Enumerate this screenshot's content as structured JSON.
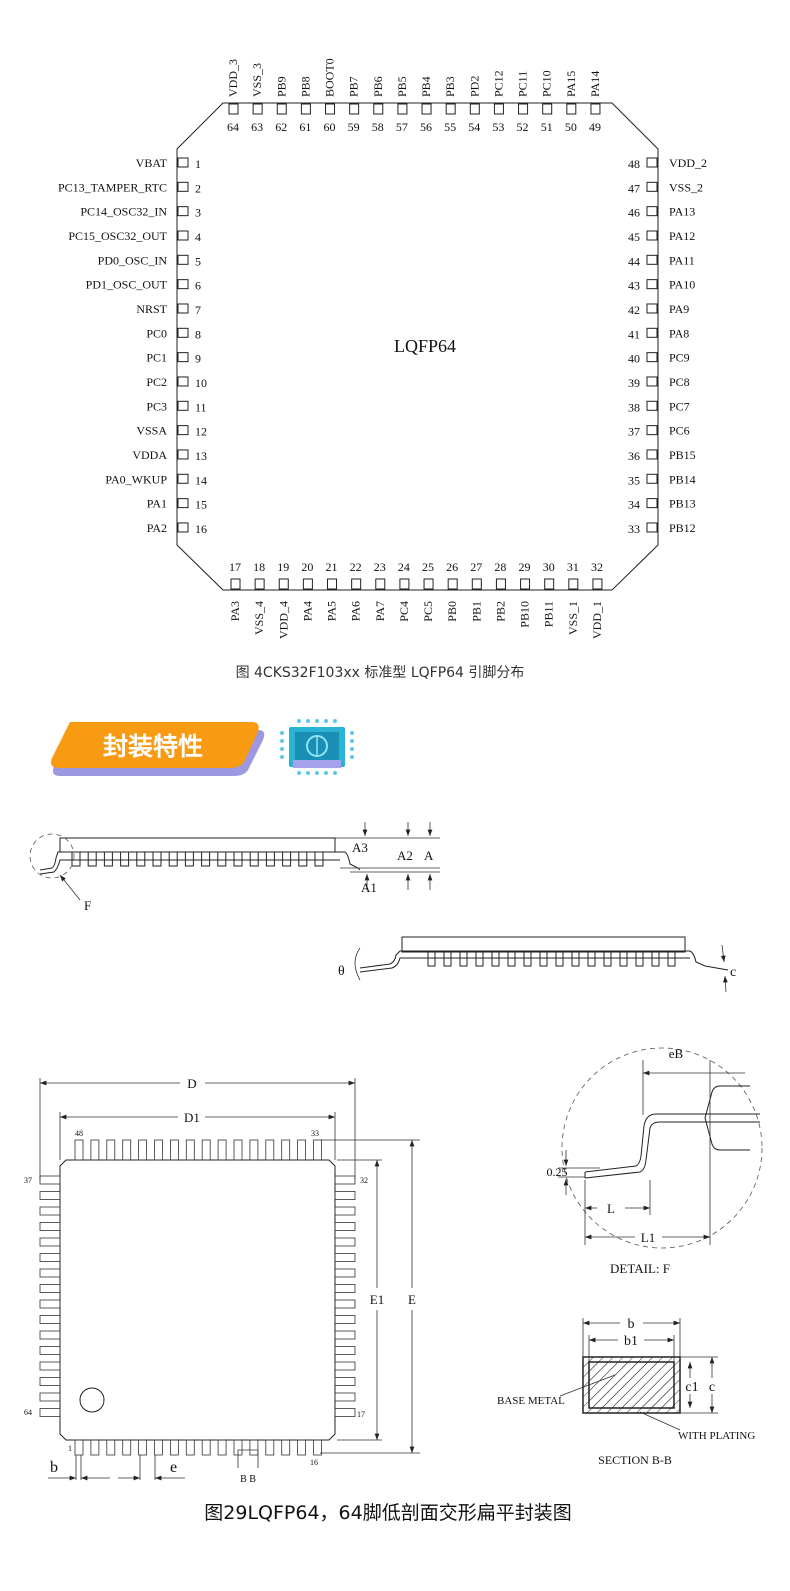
{
  "pinout": {
    "package_label": "LQFP64",
    "left_pins": [
      {
        "num": "1",
        "name": "VBAT"
      },
      {
        "num": "2",
        "name": "PC13_TAMPER_RTC"
      },
      {
        "num": "3",
        "name": "PC14_OSC32_IN"
      },
      {
        "num": "4",
        "name": "PC15_OSC32_OUT"
      },
      {
        "num": "5",
        "name": "PD0_OSC_IN"
      },
      {
        "num": "6",
        "name": "PD1_OSC_OUT"
      },
      {
        "num": "7",
        "name": "NRST"
      },
      {
        "num": "8",
        "name": "PC0"
      },
      {
        "num": "9",
        "name": "PC1"
      },
      {
        "num": "10",
        "name": "PC2"
      },
      {
        "num": "11",
        "name": "PC3"
      },
      {
        "num": "12",
        "name": "VSSA"
      },
      {
        "num": "13",
        "name": "VDDA"
      },
      {
        "num": "14",
        "name": "PA0_WKUP"
      },
      {
        "num": "15",
        "name": "PA1"
      },
      {
        "num": "16",
        "name": "PA2"
      }
    ],
    "right_pins": [
      {
        "num": "48",
        "name": "VDD_2"
      },
      {
        "num": "47",
        "name": "VSS_2"
      },
      {
        "num": "46",
        "name": "PA13"
      },
      {
        "num": "45",
        "name": "PA12"
      },
      {
        "num": "44",
        "name": "PA11"
      },
      {
        "num": "43",
        "name": "PA10"
      },
      {
        "num": "42",
        "name": "PA9"
      },
      {
        "num": "41",
        "name": "PA8"
      },
      {
        "num": "40",
        "name": "PC9"
      },
      {
        "num": "39",
        "name": "PC8"
      },
      {
        "num": "38",
        "name": "PC7"
      },
      {
        "num": "37",
        "name": "PC6"
      },
      {
        "num": "36",
        "name": "PB15"
      },
      {
        "num": "35",
        "name": "PB14"
      },
      {
        "num": "34",
        "name": "PB13"
      },
      {
        "num": "33",
        "name": "PB12"
      }
    ],
    "top_pins": [
      {
        "num": "64",
        "name": "VDD_3"
      },
      {
        "num": "63",
        "name": "VSS_3"
      },
      {
        "num": "62",
        "name": "PB9"
      },
      {
        "num": "61",
        "name": "PB8"
      },
      {
        "num": "60",
        "name": "BOOT0"
      },
      {
        "num": "59",
        "name": "PB7"
      },
      {
        "num": "58",
        "name": "PB6"
      },
      {
        "num": "57",
        "name": "PB5"
      },
      {
        "num": "56",
        "name": "PB4"
      },
      {
        "num": "55",
        "name": "PB3"
      },
      {
        "num": "54",
        "name": "PD2"
      },
      {
        "num": "53",
        "name": "PC12"
      },
      {
        "num": "52",
        "name": "PC11"
      },
      {
        "num": "51",
        "name": "PC10"
      },
      {
        "num": "50",
        "name": "PA15"
      },
      {
        "num": "49",
        "name": "PA14"
      }
    ],
    "bottom_pins": [
      {
        "num": "17",
        "name": "PA3"
      },
      {
        "num": "18",
        "name": "VSS_4"
      },
      {
        "num": "19",
        "name": "VDD_4"
      },
      {
        "num": "20",
        "name": "PA4"
      },
      {
        "num": "21",
        "name": "PA5"
      },
      {
        "num": "22",
        "name": "PA6"
      },
      {
        "num": "23",
        "name": "PA7"
      },
      {
        "num": "24",
        "name": "PC4"
      },
      {
        "num": "25",
        "name": "PC5"
      },
      {
        "num": "26",
        "name": "PB0"
      },
      {
        "num": "27",
        "name": "PB1"
      },
      {
        "num": "28",
        "name": "PB2"
      },
      {
        "num": "29",
        "name": "PB10"
      },
      {
        "num": "30",
        "name": "PB11"
      },
      {
        "num": "31",
        "name": "VSS_1"
      },
      {
        "num": "32",
        "name": "VDD_1"
      }
    ],
    "caption": "图 4CKS32F103xx 标准型 LQFP64 引脚分布"
  },
  "banner": {
    "title": "封装特性",
    "icon": "chip-brain-icon",
    "colors": {
      "orange": "#F99B12",
      "shadow": "#9D98E0",
      "icon": "#2BB3D6"
    }
  },
  "drawing": {
    "side1": {
      "a3": "A3",
      "a2": "A2",
      "a": "A",
      "a1": "A1",
      "f": "F"
    },
    "side2": {
      "theta": "θ",
      "c": "c"
    },
    "top_view": {
      "d": "D",
      "d1": "D1",
      "e1": "E1",
      "e": "E",
      "p48": "48",
      "p33": "33",
      "p37": "37",
      "p32": "32",
      "p64": "64",
      "p17": "17",
      "p1": "1",
      "p16": "16",
      "b": "b",
      "e_pitch": "e",
      "bb": "B B"
    },
    "detail": {
      "eb": "eB",
      "offset": "0.25",
      "l": "L",
      "l1": "L1",
      "title": "DETAIL:  F"
    },
    "section": {
      "b": "b",
      "b1": "b1",
      "c1": "c1",
      "c": "c",
      "base_metal": "BASE METAL",
      "with_plating": "WITH PLATING",
      "title": "SECTION B-B"
    },
    "caption": "图29LQFP64，64脚低剖面交形扁平封装图"
  }
}
